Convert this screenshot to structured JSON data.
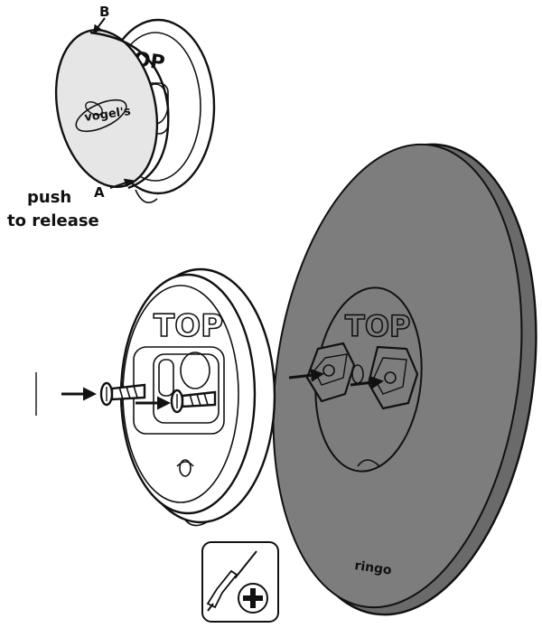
{
  "labels": {
    "b": "B",
    "a": "A",
    "push_line1": "push",
    "push_line2": "to release",
    "top_small": "TOP",
    "top_mount": "TOP",
    "top_plate": "TOP",
    "brand_logo": "vogel's",
    "plate_brand": "ringo"
  },
  "colors": {
    "ink": "#111111",
    "plate_fill": "#7d7d7d",
    "plate_rim": "#6a6a6a",
    "cap_fill": "#e6e6e6",
    "paper": "#ffffff"
  },
  "icons": [
    "arrow-icon",
    "screw-icon",
    "hex-nut-icon",
    "screwdriver-icon",
    "phillips-plus-icon"
  ]
}
